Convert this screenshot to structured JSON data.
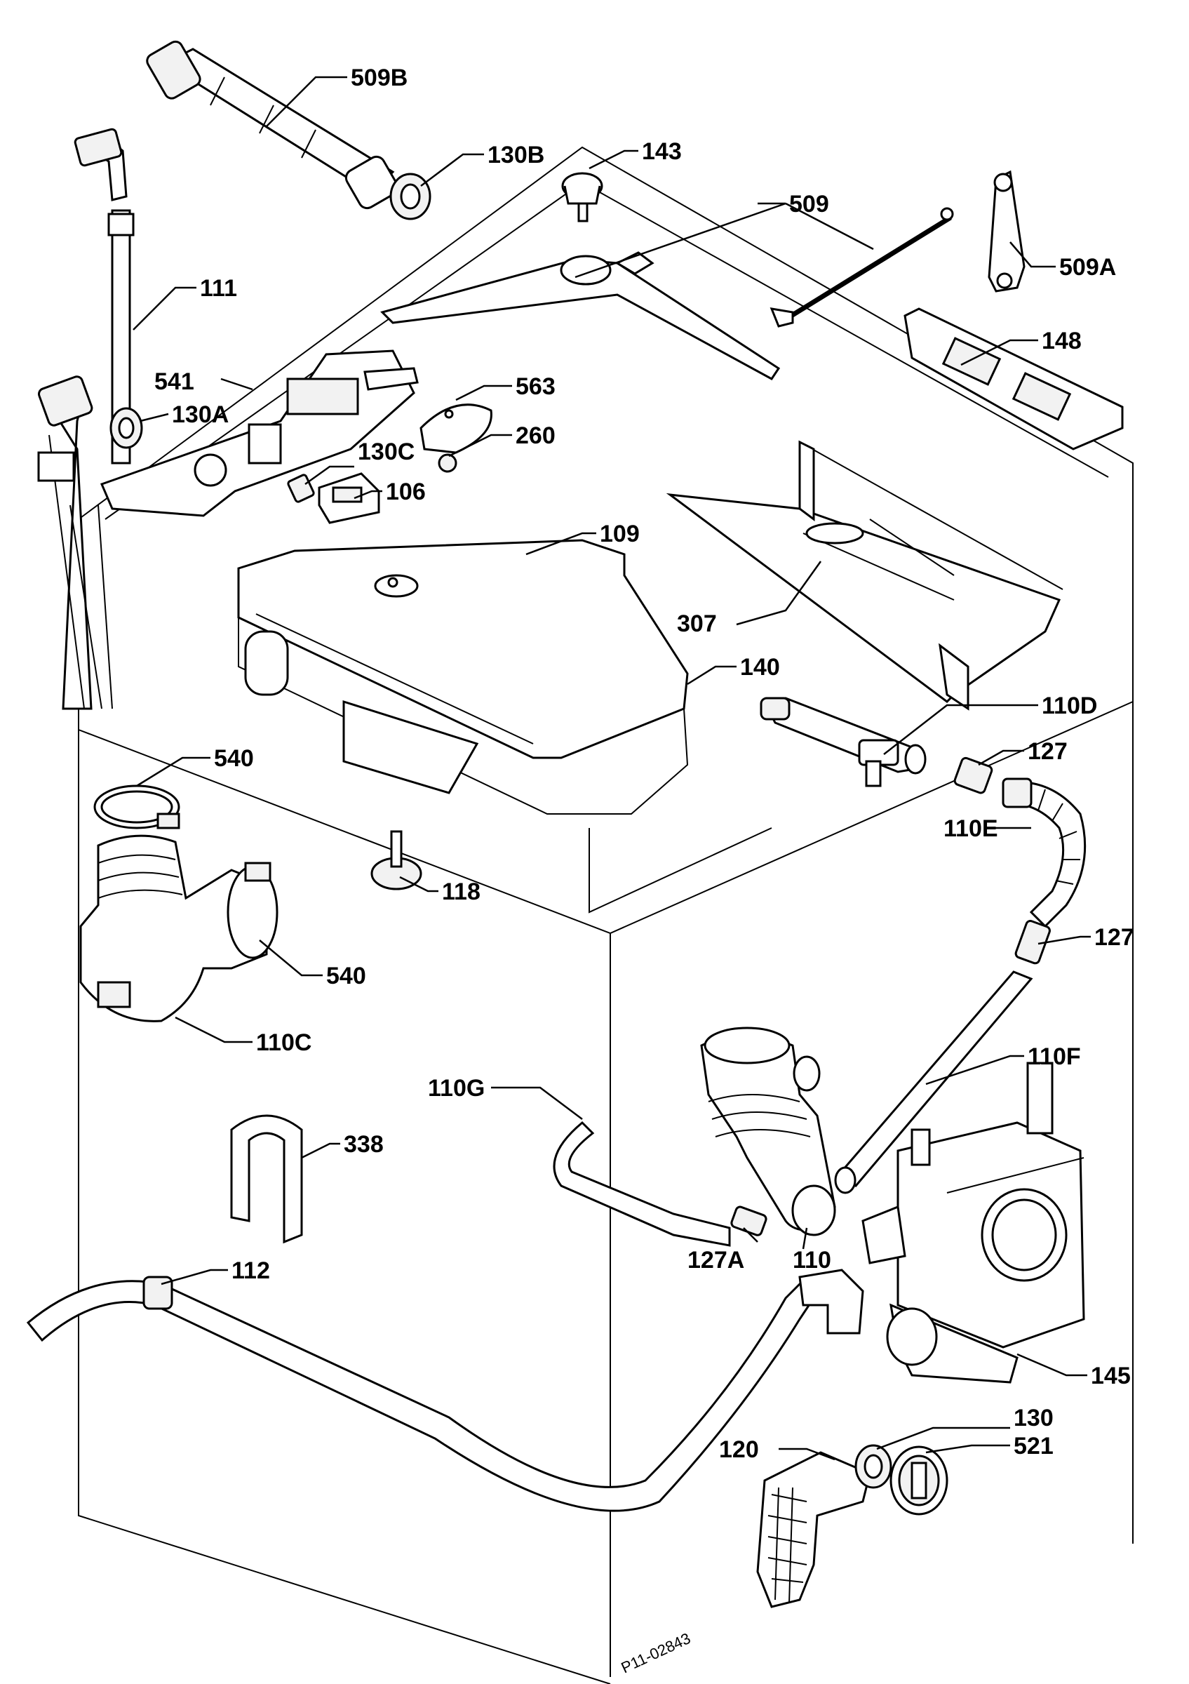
{
  "diagram": {
    "drawing_code": "P11-02843",
    "parts": [
      {
        "id": "509B",
        "label": "509B"
      },
      {
        "id": "130B",
        "label": "130B"
      },
      {
        "id": "143",
        "label": "143"
      },
      {
        "id": "509",
        "label": "509"
      },
      {
        "id": "509A",
        "label": "509A"
      },
      {
        "id": "111",
        "label": "111"
      },
      {
        "id": "541",
        "label": "541"
      },
      {
        "id": "130A",
        "label": "130A"
      },
      {
        "id": "563",
        "label": "563"
      },
      {
        "id": "260",
        "label": "260"
      },
      {
        "id": "130C",
        "label": "130C"
      },
      {
        "id": "106",
        "label": "106"
      },
      {
        "id": "148",
        "label": "148"
      },
      {
        "id": "109",
        "label": "109"
      },
      {
        "id": "307",
        "label": "307"
      },
      {
        "id": "140",
        "label": "140"
      },
      {
        "id": "110D",
        "label": "110D"
      },
      {
        "id": "540a",
        "label": "540"
      },
      {
        "id": "127a",
        "label": "127"
      },
      {
        "id": "110E",
        "label": "110E"
      },
      {
        "id": "118",
        "label": "118"
      },
      {
        "id": "540b",
        "label": "540"
      },
      {
        "id": "127b",
        "label": "127"
      },
      {
        "id": "110C",
        "label": "110C"
      },
      {
        "id": "110G",
        "label": "110G"
      },
      {
        "id": "110F",
        "label": "110F"
      },
      {
        "id": "338",
        "label": "338"
      },
      {
        "id": "127A",
        "label": "127A"
      },
      {
        "id": "110",
        "label": "110"
      },
      {
        "id": "112",
        "label": "112"
      },
      {
        "id": "145",
        "label": "145"
      },
      {
        "id": "130",
        "label": "130"
      },
      {
        "id": "120",
        "label": "120"
      },
      {
        "id": "521",
        "label": "521"
      }
    ]
  }
}
